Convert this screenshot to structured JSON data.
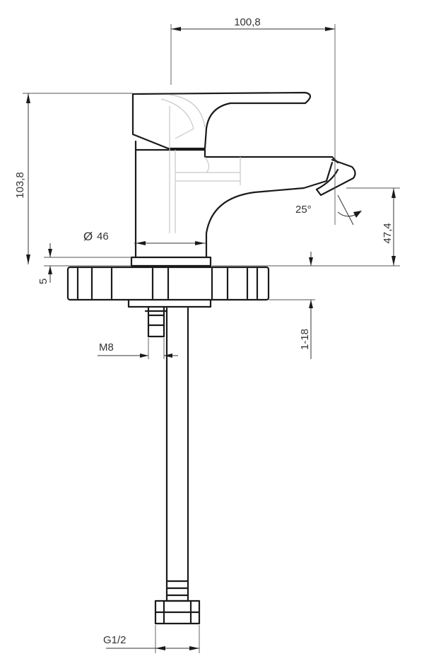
{
  "dimensions": {
    "total_width": "100,8",
    "total_height": "103,8",
    "base_diameter_symbol": "Ø",
    "base_diameter": "46",
    "deck_thickness": "5",
    "spout_angle": "25°",
    "spout_height": "47,4",
    "mount_range": "1-18",
    "stud_thread": "M8",
    "hose_thread": "G1/2"
  }
}
